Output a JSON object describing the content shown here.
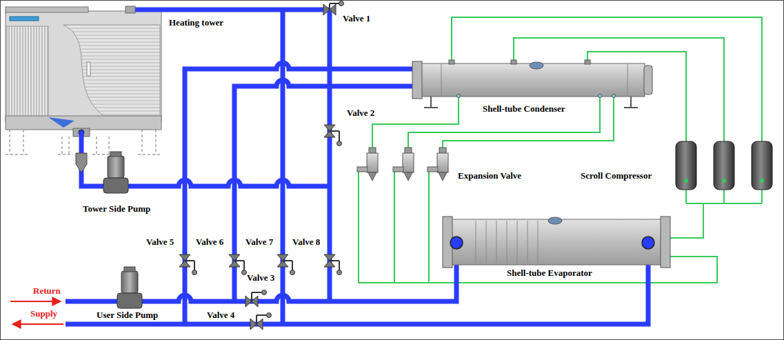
{
  "diagram": {
    "labels": [
      "Valve 1",
      "Heating tower",
      "Valve 2",
      "Shell-tube Condenser",
      "Expansion Valve",
      "Scroll Compressor",
      "Tower Side Pump",
      "Valve 5",
      "Valve 6",
      "Valve 7",
      "Valve 8",
      "Shell-tube Evaporator",
      "Return",
      "Valve 3",
      "Supply",
      "User Side Pump",
      "Valve 4"
    ]
  }
}
